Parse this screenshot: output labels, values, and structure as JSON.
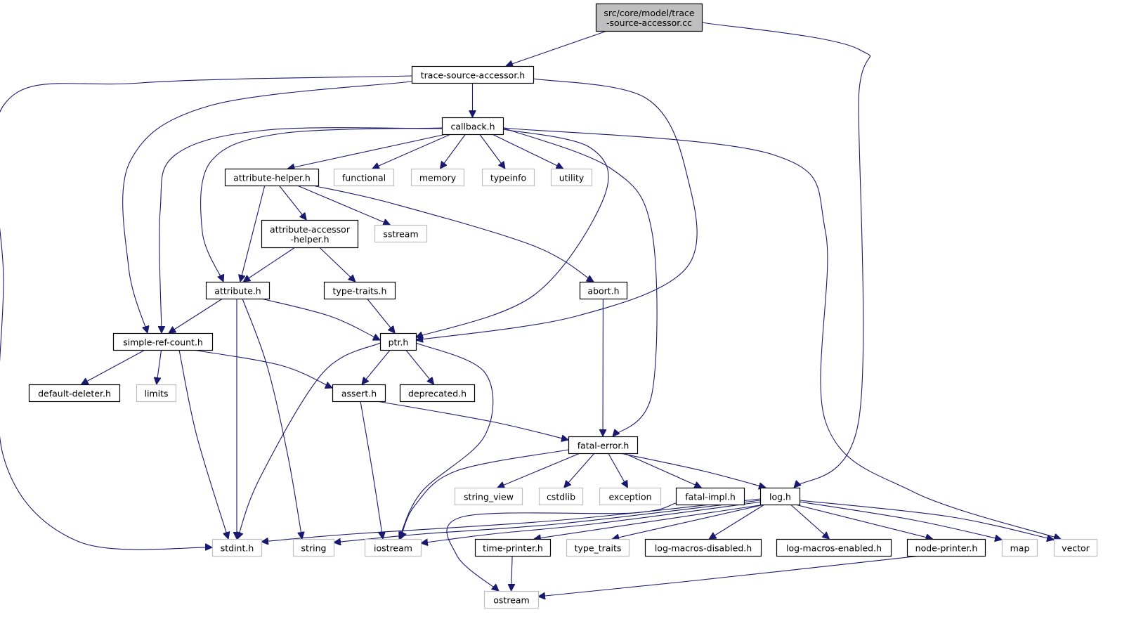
{
  "graph": {
    "edge_color": "#191970",
    "root_fill": "#bfbfbf",
    "system_header_border": "#bfbfbf",
    "nodes": [
      {
        "id": "root",
        "label": [
          "src/core/model/trace",
          "-source-accessor.cc"
        ],
        "kind": "root"
      },
      {
        "id": "tsa",
        "label": [
          "trace-source-accessor.h"
        ],
        "kind": "local"
      },
      {
        "id": "callback",
        "label": [
          "callback.h"
        ],
        "kind": "local"
      },
      {
        "id": "attrhelper",
        "label": [
          "attribute-helper.h"
        ],
        "kind": "local"
      },
      {
        "id": "functional",
        "label": [
          "functional"
        ],
        "kind": "system"
      },
      {
        "id": "memory",
        "label": [
          "memory"
        ],
        "kind": "system"
      },
      {
        "id": "typeinfo",
        "label": [
          "typeinfo"
        ],
        "kind": "system"
      },
      {
        "id": "utility",
        "label": [
          "utility"
        ],
        "kind": "system"
      },
      {
        "id": "aah",
        "label": [
          "attribute-accessor",
          "-helper.h"
        ],
        "kind": "local"
      },
      {
        "id": "sstream",
        "label": [
          "sstream"
        ],
        "kind": "system"
      },
      {
        "id": "attribute",
        "label": [
          "attribute.h"
        ],
        "kind": "local"
      },
      {
        "id": "typetraitsh",
        "label": [
          "type-traits.h"
        ],
        "kind": "local"
      },
      {
        "id": "abort",
        "label": [
          "abort.h"
        ],
        "kind": "local"
      },
      {
        "id": "src",
        "label": [
          "simple-ref-count.h"
        ],
        "kind": "local"
      },
      {
        "id": "ptr",
        "label": [
          "ptr.h"
        ],
        "kind": "local"
      },
      {
        "id": "deleter",
        "label": [
          "default-deleter.h"
        ],
        "kind": "local"
      },
      {
        "id": "limits",
        "label": [
          "limits"
        ],
        "kind": "system"
      },
      {
        "id": "assert",
        "label": [
          "assert.h"
        ],
        "kind": "local"
      },
      {
        "id": "deprecated",
        "label": [
          "deprecated.h"
        ],
        "kind": "local"
      },
      {
        "id": "fatalerror",
        "label": [
          "fatal-error.h"
        ],
        "kind": "local"
      },
      {
        "id": "string_view",
        "label": [
          "string_view"
        ],
        "kind": "system"
      },
      {
        "id": "cstdlib",
        "label": [
          "cstdlib"
        ],
        "kind": "system"
      },
      {
        "id": "exception",
        "label": [
          "exception"
        ],
        "kind": "system"
      },
      {
        "id": "fatalimpl",
        "label": [
          "fatal-impl.h"
        ],
        "kind": "local"
      },
      {
        "id": "log",
        "label": [
          "log.h"
        ],
        "kind": "local"
      },
      {
        "id": "stdint",
        "label": [
          "stdint.h"
        ],
        "kind": "system"
      },
      {
        "id": "string",
        "label": [
          "string"
        ],
        "kind": "system"
      },
      {
        "id": "iostream",
        "label": [
          "iostream"
        ],
        "kind": "system"
      },
      {
        "id": "timeprinter",
        "label": [
          "time-printer.h"
        ],
        "kind": "local"
      },
      {
        "id": "type_traits",
        "label": [
          "type_traits"
        ],
        "kind": "system"
      },
      {
        "id": "lmd",
        "label": [
          "log-macros-disabled.h"
        ],
        "kind": "local"
      },
      {
        "id": "lme",
        "label": [
          "log-macros-enabled.h"
        ],
        "kind": "local"
      },
      {
        "id": "nodeprinter",
        "label": [
          "node-printer.h"
        ],
        "kind": "local"
      },
      {
        "id": "map",
        "label": [
          "map"
        ],
        "kind": "system"
      },
      {
        "id": "vector",
        "label": [
          "vector"
        ],
        "kind": "system"
      },
      {
        "id": "ostream",
        "label": [
          "ostream"
        ],
        "kind": "system"
      }
    ],
    "edges": [
      [
        "root",
        "tsa"
      ],
      [
        "root",
        "log"
      ],
      [
        "tsa",
        "callback"
      ],
      [
        "tsa",
        "stdint"
      ],
      [
        "tsa",
        "src"
      ],
      [
        "tsa",
        "ptr"
      ],
      [
        "callback",
        "attrhelper"
      ],
      [
        "callback",
        "functional"
      ],
      [
        "callback",
        "memory"
      ],
      [
        "callback",
        "typeinfo"
      ],
      [
        "callback",
        "utility"
      ],
      [
        "callback",
        "ptr"
      ],
      [
        "callback",
        "fatalerror"
      ],
      [
        "callback",
        "vector"
      ],
      [
        "callback",
        "src"
      ],
      [
        "callback",
        "attribute"
      ],
      [
        "attrhelper",
        "aah"
      ],
      [
        "attrhelper",
        "sstream"
      ],
      [
        "attrhelper",
        "abort"
      ],
      [
        "attrhelper",
        "attribute"
      ],
      [
        "aah",
        "attribute"
      ],
      [
        "aah",
        "typetraitsh"
      ],
      [
        "attribute",
        "src"
      ],
      [
        "attribute",
        "ptr"
      ],
      [
        "attribute",
        "stdint"
      ],
      [
        "attribute",
        "string"
      ],
      [
        "typetraitsh",
        "ptr"
      ],
      [
        "abort",
        "fatalerror"
      ],
      [
        "src",
        "deleter"
      ],
      [
        "src",
        "limits"
      ],
      [
        "src",
        "stdint"
      ],
      [
        "src",
        "assert"
      ],
      [
        "ptr",
        "assert"
      ],
      [
        "ptr",
        "deprecated"
      ],
      [
        "ptr",
        "stdint"
      ],
      [
        "ptr",
        "iostream"
      ],
      [
        "assert",
        "fatalerror"
      ],
      [
        "assert",
        "iostream"
      ],
      [
        "fatalerror",
        "string_view"
      ],
      [
        "fatalerror",
        "cstdlib"
      ],
      [
        "fatalerror",
        "exception"
      ],
      [
        "fatalerror",
        "fatalimpl"
      ],
      [
        "fatalerror",
        "log"
      ],
      [
        "fatalerror",
        "iostream"
      ],
      [
        "fatalimpl",
        "ostream"
      ],
      [
        "log",
        "stdint"
      ],
      [
        "log",
        "string"
      ],
      [
        "log",
        "iostream"
      ],
      [
        "log",
        "timeprinter"
      ],
      [
        "log",
        "type_traits"
      ],
      [
        "log",
        "lmd"
      ],
      [
        "log",
        "lme"
      ],
      [
        "log",
        "nodeprinter"
      ],
      [
        "log",
        "map"
      ],
      [
        "log",
        "vector"
      ],
      [
        "timeprinter",
        "ostream"
      ],
      [
        "nodeprinter",
        "ostream"
      ]
    ]
  }
}
